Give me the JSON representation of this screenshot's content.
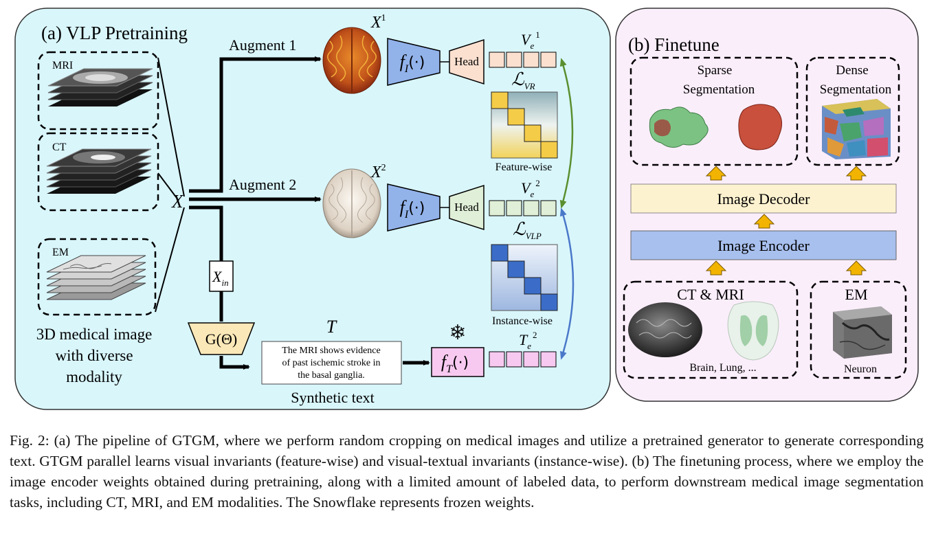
{
  "panel_a": {
    "title": "(a) VLP Pretraining",
    "modalities": [
      "MRI",
      "CT",
      "EM"
    ],
    "input_label": "X",
    "input_sub_label": "X",
    "input_sub_sub": "in",
    "input_caption": [
      "3D medical image",
      "with diverse",
      "modality"
    ],
    "augment1": "Augment 1",
    "augment2": "Augment 2",
    "x1": "X",
    "x1_sup": "1",
    "x2": "X",
    "x2_sup": "2",
    "encoder_image": "f",
    "encoder_image_sub": "I",
    "encoder_text": "f",
    "encoder_text_sub": "T",
    "encoder_paren": "(·)",
    "head": "Head",
    "generator": "G(Θ)",
    "text_symbol": "T",
    "synthetic_text": [
      "The MRI shows evidence",
      "of past ischemic stroke in",
      "the basal ganglia."
    ],
    "synthetic_caption": "Synthetic text",
    "ve1": "V",
    "ve1_sub": "e",
    "ve1_sup": "1",
    "ve2": "V",
    "ve2_sub": "e",
    "ve2_sup": "2",
    "te2": "T",
    "te2_sub": "e",
    "te2_sup": "2",
    "loss_vr": "ℒ",
    "loss_vr_sub": "VR",
    "loss_vlp": "ℒ",
    "loss_vlp_sub": "VLP",
    "feature_wise": "Feature-wise",
    "instance_wise": "Instance-wise",
    "snowflake": "❄"
  },
  "panel_b": {
    "title": "(b) Finetune",
    "sparse": [
      "Sparse",
      "Segmentation"
    ],
    "dense": [
      "Dense",
      "Segmentation"
    ],
    "decoder": "Image Decoder",
    "encoder": "Image Encoder",
    "ct_mri": "CT & MRI",
    "em": "EM",
    "ct_mri_caption": "Brain, Lung, ...",
    "em_caption": "Neuron"
  },
  "caption": "Fig. 2: (a) The pipeline of GTGM, where we perform random cropping on medical images and utilize a pretrained generator to generate corresponding text. GTGM parallel learns visual invariants (feature-wise) and visual-textual invariants (instance-wise). (b) The finetuning process, where we employ the image encoder weights obtained during pretraining, along with a limited amount of labeled data, to perform downstream medical image segmentation tasks, including CT, MRI, and EM modalities. The Snowflake represents frozen weights.",
  "colors": {
    "panel_a_bg": "#d9f6fb",
    "panel_b_bg": "#fbeefb",
    "encoder": "#92b2ea",
    "head1": "#fbe0d0",
    "head2": "#e0efd7",
    "text_enc": "#f7c9f0",
    "generator": "#fbe8b8",
    "decoder": "#fdf2d0",
    "image_encoder": "#a8c0ee",
    "arrow_green": "#5a8f2f",
    "arrow_blue": "#4a78c9",
    "up_arrow": "#f2b400"
  }
}
